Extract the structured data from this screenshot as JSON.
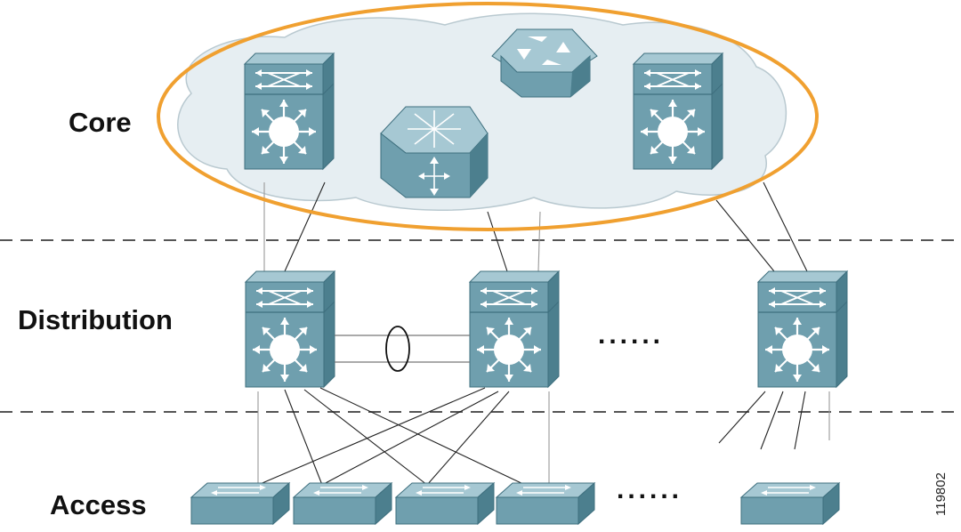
{
  "layers": {
    "core": "Core",
    "distribution": "Distribution",
    "access": "Access"
  },
  "figure_id": "119802",
  "ellipsis": {
    "distribution": "......",
    "access": "......"
  },
  "colors": {
    "device_face": "#6f9fae",
    "device_side": "#4c7f8e",
    "device_top": "#9cc3cf",
    "cloud": "#e6eef2",
    "core_ring": "#f0a030",
    "divider": "#555555",
    "link": "#222222"
  },
  "icons": {
    "core_switch": "multilayer-switch-icon",
    "core_router": "router-icon",
    "core_atm": "atm-switch-icon",
    "distribution_switch": "multilayer-switch-icon",
    "access_switch": "workgroup-switch-icon"
  }
}
